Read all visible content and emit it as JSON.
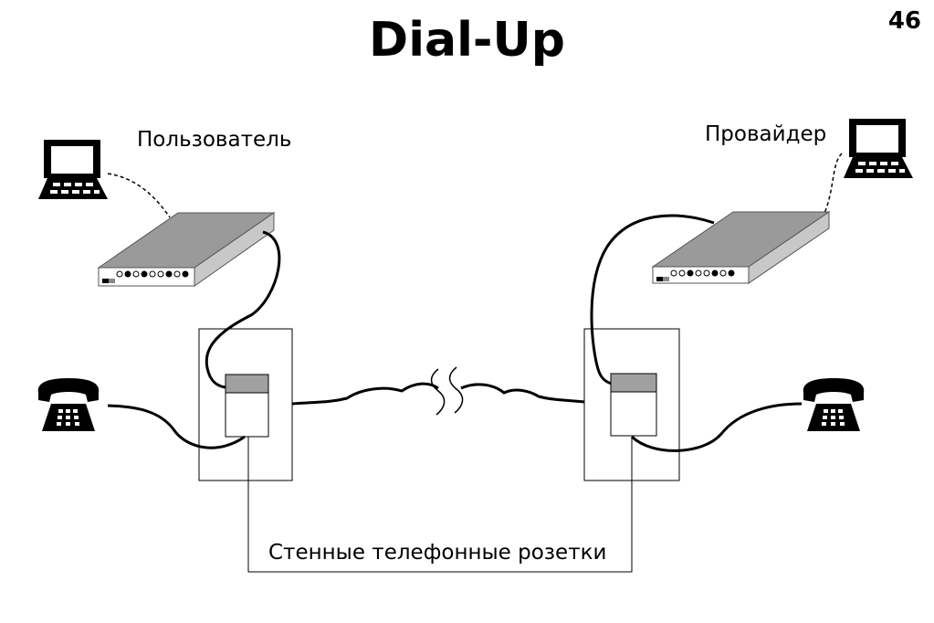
{
  "slide": {
    "title": "Dial-Up",
    "page_number": "46"
  },
  "labels": {
    "user": "Пользователь",
    "provider": "Провайдер",
    "wall_sockets": "Стенные телефонные розетки"
  },
  "icons": {
    "user_computer": "computer-icon",
    "provider_computer": "computer-icon",
    "user_modem": "modem-icon",
    "provider_modem": "modem-icon",
    "left_phone": "telephone-icon",
    "right_phone": "telephone-icon",
    "line_break": "line-break-icon"
  }
}
